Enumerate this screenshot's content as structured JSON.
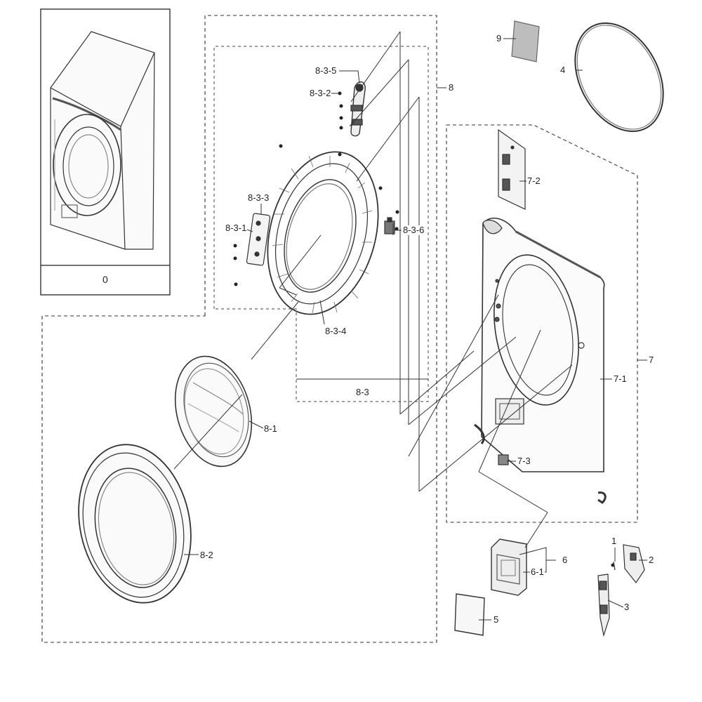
{
  "diagram": {
    "inset_label": "0",
    "callouts": {
      "c1": "1",
      "c2": "2",
      "c3": "3",
      "c4": "4",
      "c5": "5",
      "c6": "6",
      "c6_1": "6-1",
      "c7": "7",
      "c7_1": "7-1",
      "c7_2": "7-2",
      "c7_3": "7-3",
      "c8": "8",
      "c8_1": "8-1",
      "c8_2": "8-2",
      "c8_3": "8-3",
      "c8_3_1": "8-3-1",
      "c8_3_2": "8-3-2",
      "c8_3_3": "8-3-3",
      "c8_3_4": "8-3-4",
      "c8_3_5": "8-3-5",
      "c8_3_6": "8-3-6",
      "c9": "9"
    }
  }
}
